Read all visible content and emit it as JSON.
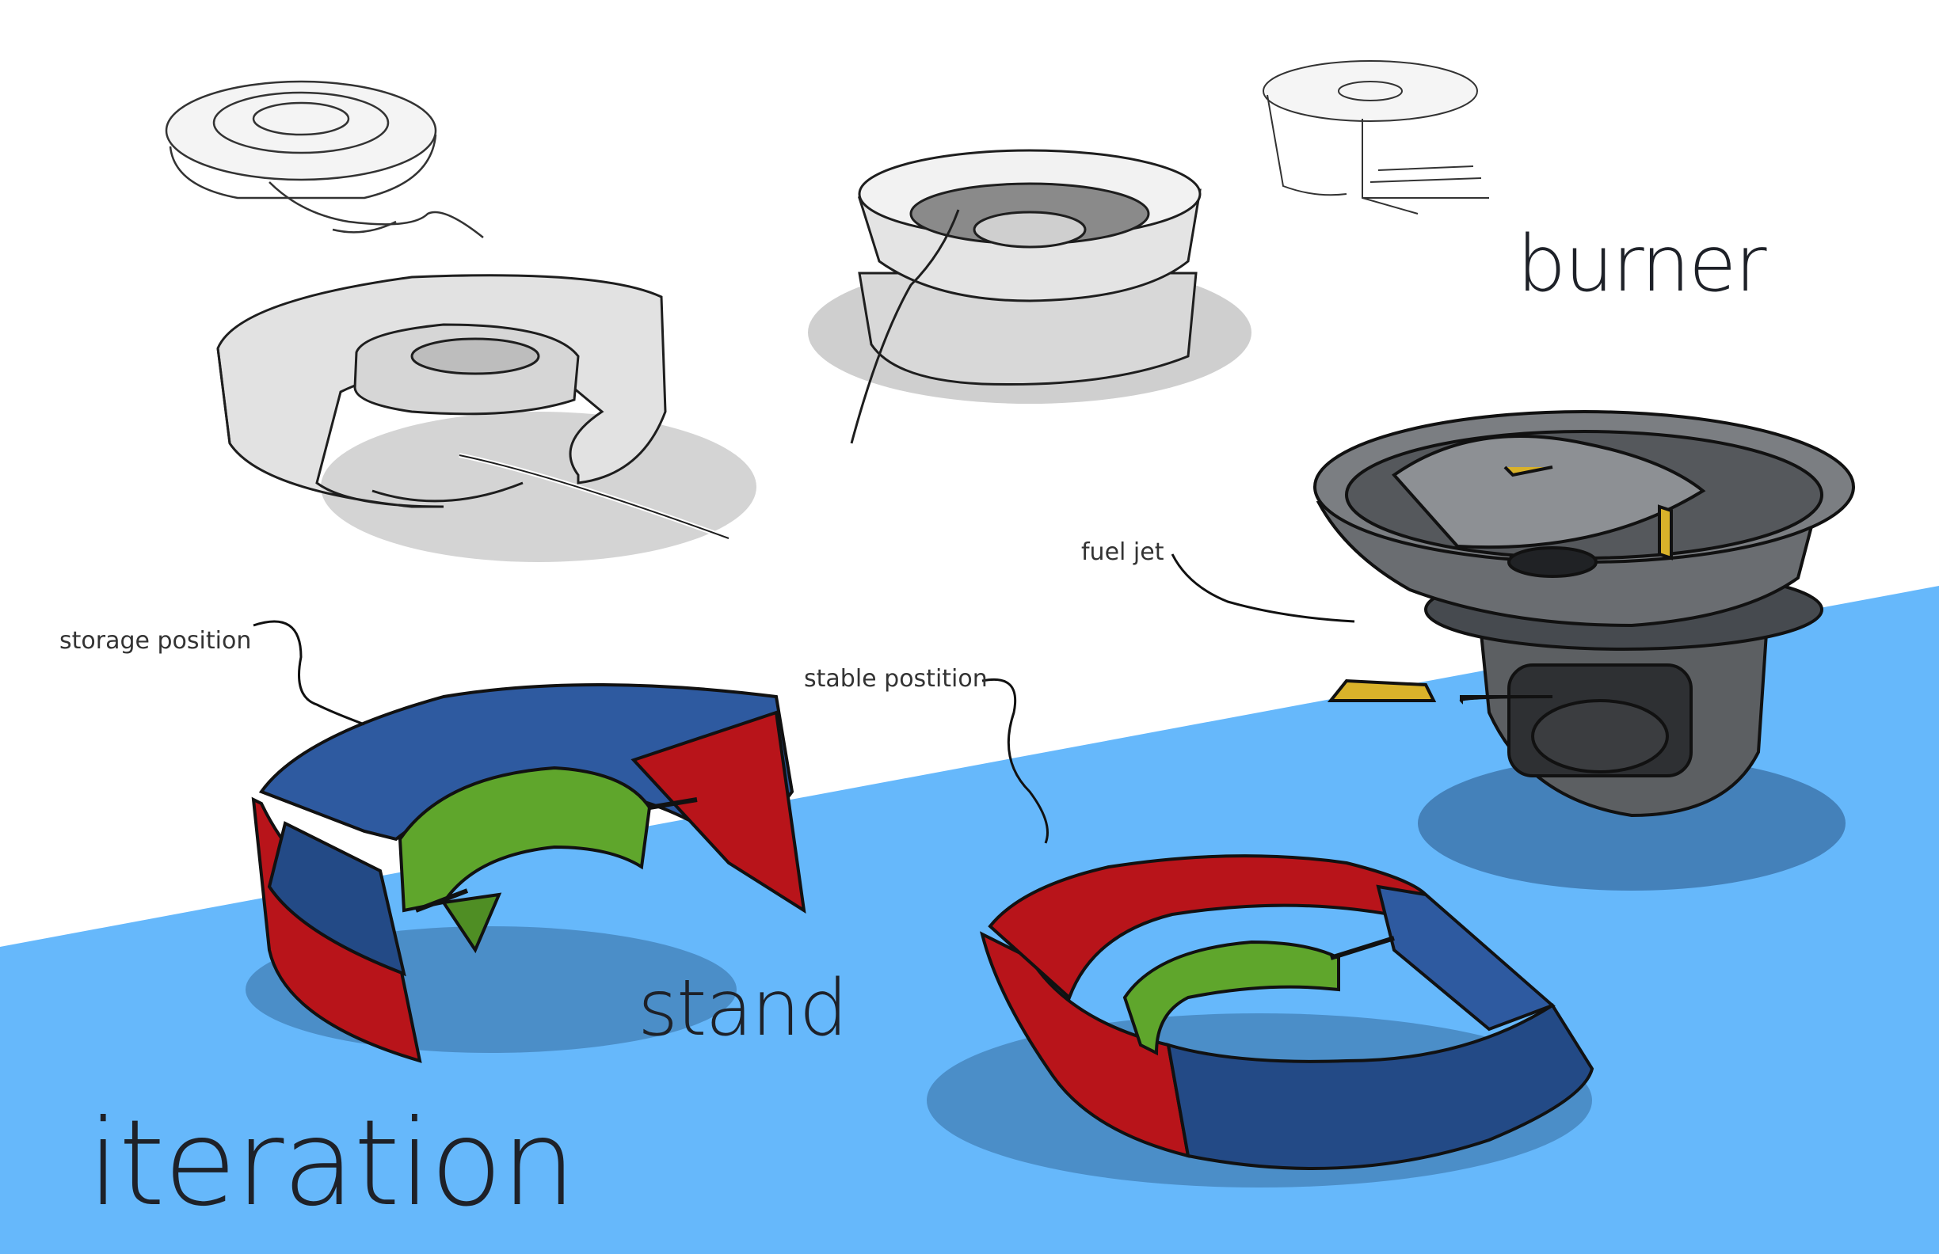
{
  "headings": {
    "burner": "burner",
    "stand": "stand",
    "iteration": "iteration"
  },
  "annotations": {
    "storage_position": "storage position",
    "stable_position": "stable postition",
    "fuel_jet": "fuel jet"
  },
  "colors": {
    "background_floor": "#66b8fb",
    "stand_red": "#b8141a",
    "stand_blue": "#234a86",
    "stand_green": "#5fa62c",
    "burner_gray": "#5c5f62",
    "burner_yellow": "#d9b22a",
    "sketch_line": "#222222"
  },
  "sketches": [
    "burner-ring-sketch-small",
    "burner-stand-sketch-gray",
    "burner-bowl-sketch",
    "burner-side-sketch-small",
    "burner-rendered",
    "stand-storage-position",
    "stand-stable-position"
  ]
}
